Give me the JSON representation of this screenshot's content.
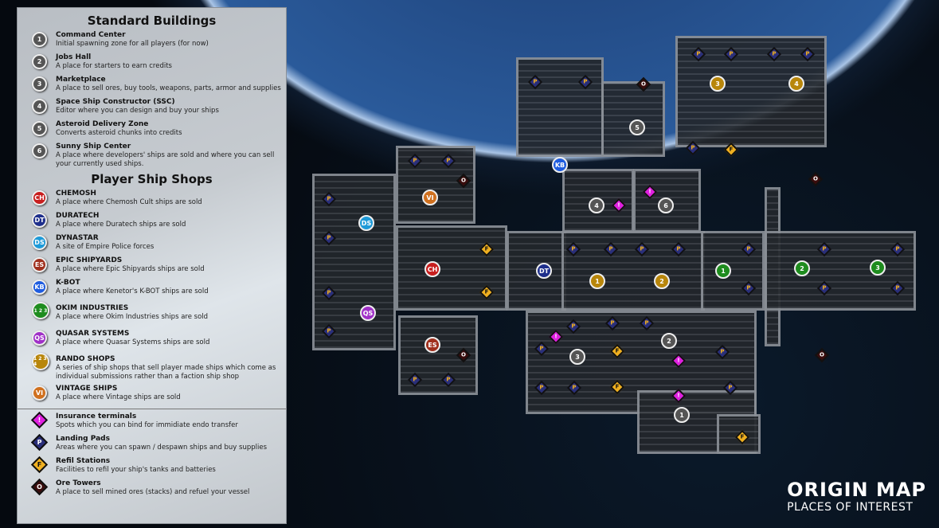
{
  "legend": {
    "standard_title": "Standard Buildings",
    "standard": [
      {
        "num": "1",
        "title": "Command Center",
        "desc": "Initial spawning zone for all players (for now)"
      },
      {
        "num": "2",
        "title": "Jobs Hall",
        "desc": "A place for starters to earn credits"
      },
      {
        "num": "3",
        "title": "Marketplace",
        "desc": "A place to sell ores, buy tools, weapons, parts, armor and supplies"
      },
      {
        "num": "4",
        "title": "Space Ship Constructor (SSC)",
        "desc": "Editor where you can design and buy your ships"
      },
      {
        "num": "5",
        "title": "Asteroid Delivery Zone",
        "desc": "Converts asteroid chunks into credits"
      },
      {
        "num": "6",
        "title": "Sunny Ship Center",
        "desc": "A place where developers' ships are sold and where you can sell your currently used ships."
      }
    ],
    "shops_title": "Player Ship Shops",
    "shops": [
      {
        "code": "CH",
        "title": "CHEMOSH",
        "desc": "A place where Chemosh Cult ships are sold",
        "color": "#c81e1e"
      },
      {
        "code": "DT",
        "title": "DURATECH",
        "desc": "A place where Duratech ships are sold",
        "color": "#1e2f8c"
      },
      {
        "code": "DS",
        "title": "DYNASTAR",
        "desc": "A site of Empire Police forces",
        "color": "#1e9ad8"
      },
      {
        "code": "ES",
        "title": "EPIC SHIPYARDS",
        "desc": "A place where Epic Shipyards ships are sold",
        "color": "#a0301e"
      },
      {
        "code": "KB",
        "title": "K-BOT",
        "desc": "A place where Kenetor's K-BOT ships are sold",
        "color": "#1e5ce0"
      },
      {
        "code": "1 2 3",
        "title": "OKIM INDUSTRIES",
        "desc": "A place where Okim Industries ships are sold",
        "color": "#1e8c1e"
      },
      {
        "code": "QS",
        "title": "QUASAR SYSTEMS",
        "desc": "A place where Quasar Systems ships are sold",
        "color": "#a030c8"
      },
      {
        "code": "1 2 3 4",
        "title": "RANDO SHOPS",
        "desc": "A series of ship shops that sell player made ships which come as individual submissions rather than a faction ship shop",
        "color": "#b8860b"
      },
      {
        "code": "VI",
        "title": "VINTAGE SHIPS",
        "desc": "A place where Vintage ships are sold",
        "color": "#d0701e"
      }
    ],
    "icons": [
      {
        "glyph": "!",
        "title": "Insurance terminals",
        "desc": "Spots which you can bind for immidiate endo transfer",
        "color": "#e020e0"
      },
      {
        "glyph": "P",
        "title": "Landing Pads",
        "desc": "Areas where you can spawn / despawn ships and buy supplies",
        "color": "#2a2f7a"
      },
      {
        "glyph": "F",
        "title": "Refil Stations",
        "desc": "Facilities to refil your ship's tanks and batteries",
        "color": "#f0b020"
      },
      {
        "glyph": "O",
        "title": "Ore Towers",
        "desc": "A place to sell mined ores (stacks) and refuel your vessel",
        "color": "#3a0c0c"
      }
    ]
  },
  "map": {
    "title": "ORIGIN MAP",
    "subtitle": "PLACES OF INTEREST",
    "markers": [
      {
        "label": "1",
        "kind": "standard"
      },
      {
        "label": "2",
        "kind": "standard"
      },
      {
        "label": "3",
        "kind": "standard"
      },
      {
        "label": "4",
        "kind": "standard"
      },
      {
        "label": "5",
        "kind": "standard"
      },
      {
        "label": "6",
        "kind": "standard"
      },
      {
        "label": "1",
        "kind": "rando"
      },
      {
        "label": "2",
        "kind": "rando"
      },
      {
        "label": "3",
        "kind": "rando"
      },
      {
        "label": "4",
        "kind": "rando"
      },
      {
        "label": "1",
        "kind": "okim"
      },
      {
        "label": "2",
        "kind": "okim"
      },
      {
        "label": "3",
        "kind": "okim"
      },
      {
        "label": "CH",
        "kind": "chemosh"
      },
      {
        "label": "DT",
        "kind": "duratech"
      },
      {
        "label": "DS",
        "kind": "dynastar"
      },
      {
        "label": "ES",
        "kind": "epic"
      },
      {
        "label": "KB",
        "kind": "kbot"
      },
      {
        "label": "QS",
        "kind": "quasar"
      },
      {
        "label": "VI",
        "kind": "vintage"
      }
    ],
    "pad_label": "P",
    "refil_label": "F",
    "insurance_label": "!",
    "ore_label": "O"
  }
}
